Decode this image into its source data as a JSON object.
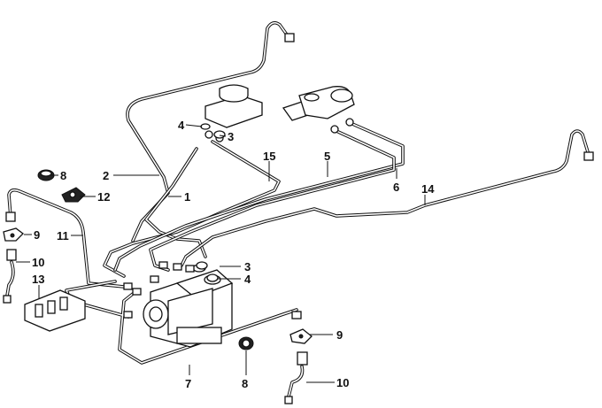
{
  "callouts": {
    "c1": "1",
    "c2": "2",
    "c3_top": "3",
    "c3_mid": "3",
    "c4_top": "4",
    "c4_mid": "4",
    "c5": "5",
    "c6": "6",
    "c7": "7",
    "c8_left": "8",
    "c8_bottom": "8",
    "c9_left": "9",
    "c9_right": "9",
    "c10_left": "10",
    "c10_right": "10",
    "c11": "11",
    "c12": "12",
    "c13": "13",
    "c14": "14",
    "c15": "15"
  },
  "icons": {
    "master_cylinder": "brake-master-cylinder-icon",
    "reservoir": "fluid-reservoir-icon",
    "hydraulic_unit": "abs-hydraulic-unit-icon",
    "brake_hose": "brake-hose-icon",
    "bracket": "hose-bracket-icon",
    "grommet": "grommet-icon",
    "clip": "pipe-clip-icon",
    "relay_block": "relay-block-icon"
  }
}
